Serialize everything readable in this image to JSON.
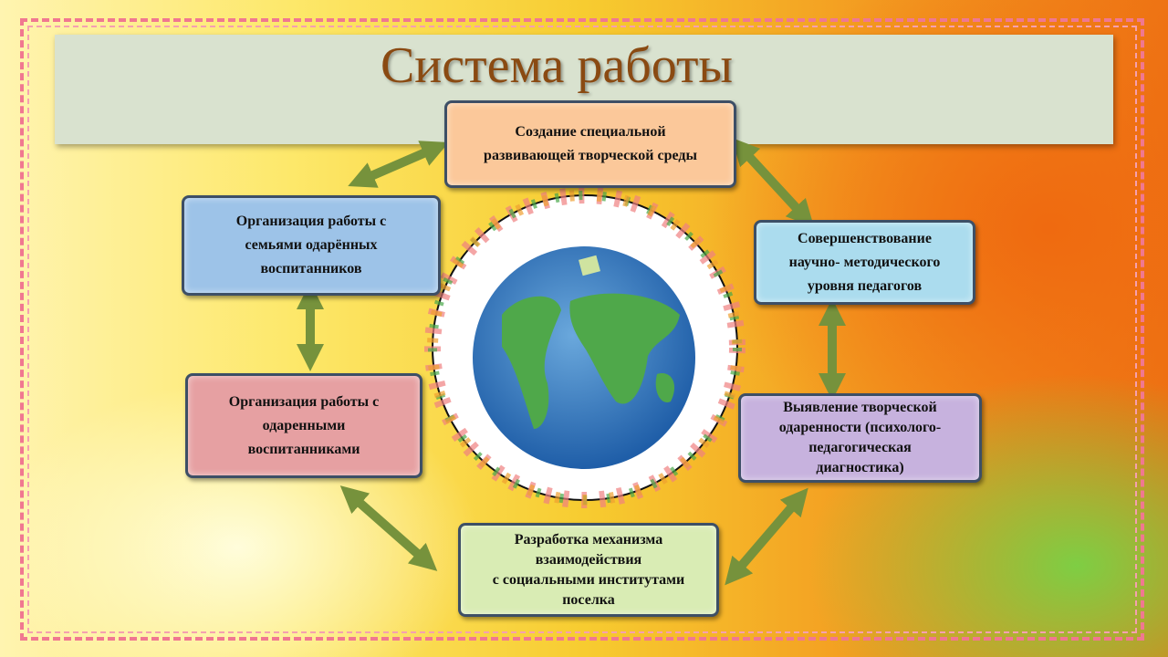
{
  "title": "Система работы",
  "boxes": {
    "top": "Создание специальной\nразвивающей творческой среды",
    "left_top": "Организация работы с\nсемьями одарённых\nвоспитанников",
    "right_top": "Совершенствование\nнаучно- методического\nуровня педагогов",
    "left_bottom": "Организация  работы с\nодаренными\nвоспитанниками",
    "right_bottom": "Выявление творческой\nодаренности (психолого-\nпедагогическая\nдиагностика)",
    "bottom": "Разработка механизма\nвзаимодействия\nс социальными институтами\nпоселка"
  },
  "colors": {
    "arrow": "#76923c",
    "title": "#8a4a12"
  }
}
